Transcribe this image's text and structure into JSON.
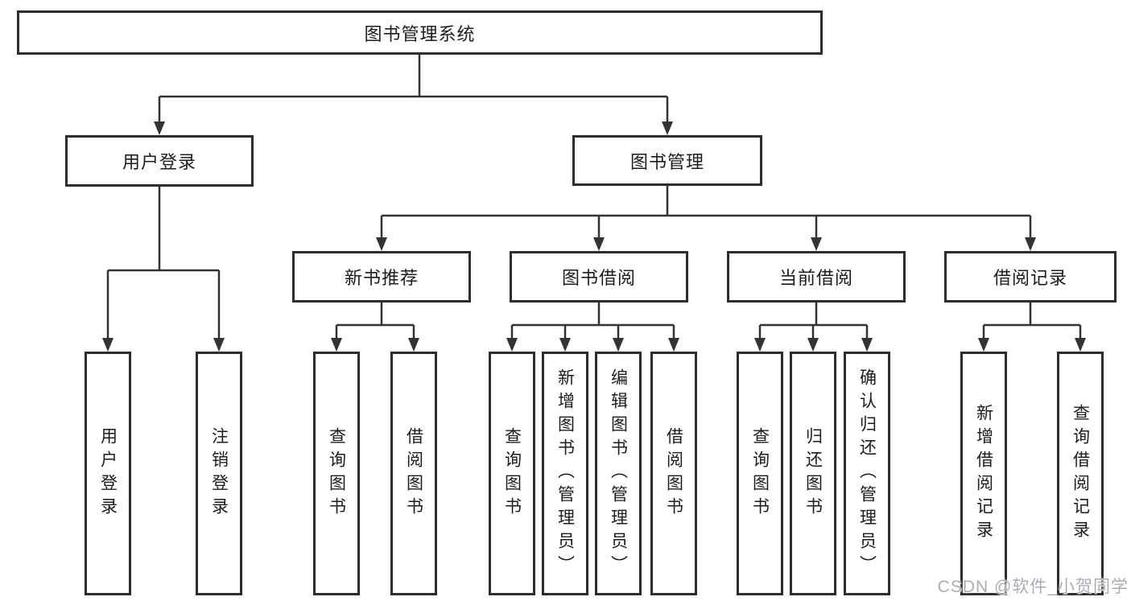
{
  "tree": {
    "label": "图书管理系统",
    "children": [
      {
        "label": "用户登录",
        "children": [
          {
            "label": "用户登录"
          },
          {
            "label": "注销登录"
          }
        ]
      },
      {
        "label": "图书管理",
        "children": [
          {
            "label": "新书推荐",
            "children": [
              {
                "label": "查询图书"
              },
              {
                "label": "借阅图书"
              }
            ]
          },
          {
            "label": "图书借阅",
            "children": [
              {
                "label": "查询图书"
              },
              {
                "label": "新增图书（管理员）"
              },
              {
                "label": "编辑图书（管理员）"
              },
              {
                "label": "借阅图书"
              }
            ]
          },
          {
            "label": "当前借阅",
            "children": [
              {
                "label": "查询图书"
              },
              {
                "label": "归还图书"
              },
              {
                "label": "确认归还（管理员）"
              }
            ]
          },
          {
            "label": "借阅记录",
            "children": [
              {
                "label": "新增借阅记录"
              },
              {
                "label": "查询借阅记录"
              }
            ]
          }
        ]
      }
    ]
  },
  "watermark": {
    "text": "CSDN @软件_小贺同学"
  },
  "colors": {
    "line": "#333333",
    "box_border": "#2e2e2e",
    "box_fill": "#ffffff",
    "text": "#1c1c1c",
    "background": "#ffffff",
    "watermark": "#a9aeb4"
  }
}
